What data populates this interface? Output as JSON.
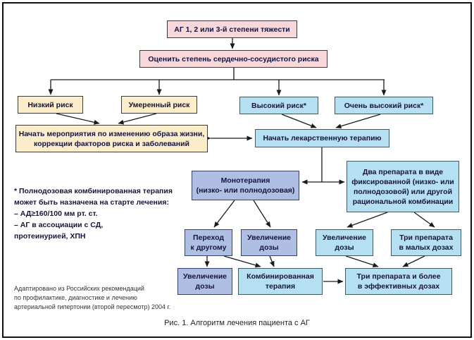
{
  "figure": {
    "caption": "Рис. 1. Алгоритм лечения пациента с АГ",
    "footnote": "* Полнодозовая комбинированная терапия\nможет быть назначена на старте лечения:\n– АД≥160/100 мм рт. ст.\n– АГ в ассоциации с СД,\nпротеинурией, ХПН",
    "source": "Адаптировано из Российских рекомендаций\nпо профилактике, диагностике и лечению\nартериальной гипертонии (второй пересмотр) 2004 г."
  },
  "boxes": {
    "severity": "АГ 1, 2 или 3-й степени тяжести",
    "assess_risk": "Оценить степень сердечно-сосудистого риска",
    "low_risk": "Низкий риск",
    "moderate_risk": "Умеренный риск",
    "high_risk": "Высокий риск*",
    "very_high_risk": "Очень высокий риск*",
    "lifestyle": "Начать мероприятия по изменению образа жизни,\nкоррекции факторов риска и заболеваний",
    "drug_therapy": "Начать лекарственную терапию",
    "monotherapy": "Монотерапия\n(низко- или полнодозовая)",
    "two_drugs": "Два препарата в виде\nфиксированной (низко- или\nполнодозовой) или другой\nрациональной комбинации",
    "switch_drug": "Переход\nк другому",
    "increase_dose_mono": "Увеличение\nдозы",
    "increase_dose_combo": "Увеличение\nдозы",
    "three_drugs_small": "Три препарата\nв малых дозах",
    "increase_dose_final": "Увеличение\nдозы",
    "combination_therapy": "Комбинированная\nтерапия",
    "three_drugs_effective": "Три препарата и более\nв эффективных дозах"
  },
  "colors": {
    "pink": "#f8d7da",
    "cream": "#fbecca",
    "light_blue": "#b5e0f2",
    "periwinkle": "#aebfe3",
    "line": "#1a1a1a",
    "text": "#14143c"
  }
}
